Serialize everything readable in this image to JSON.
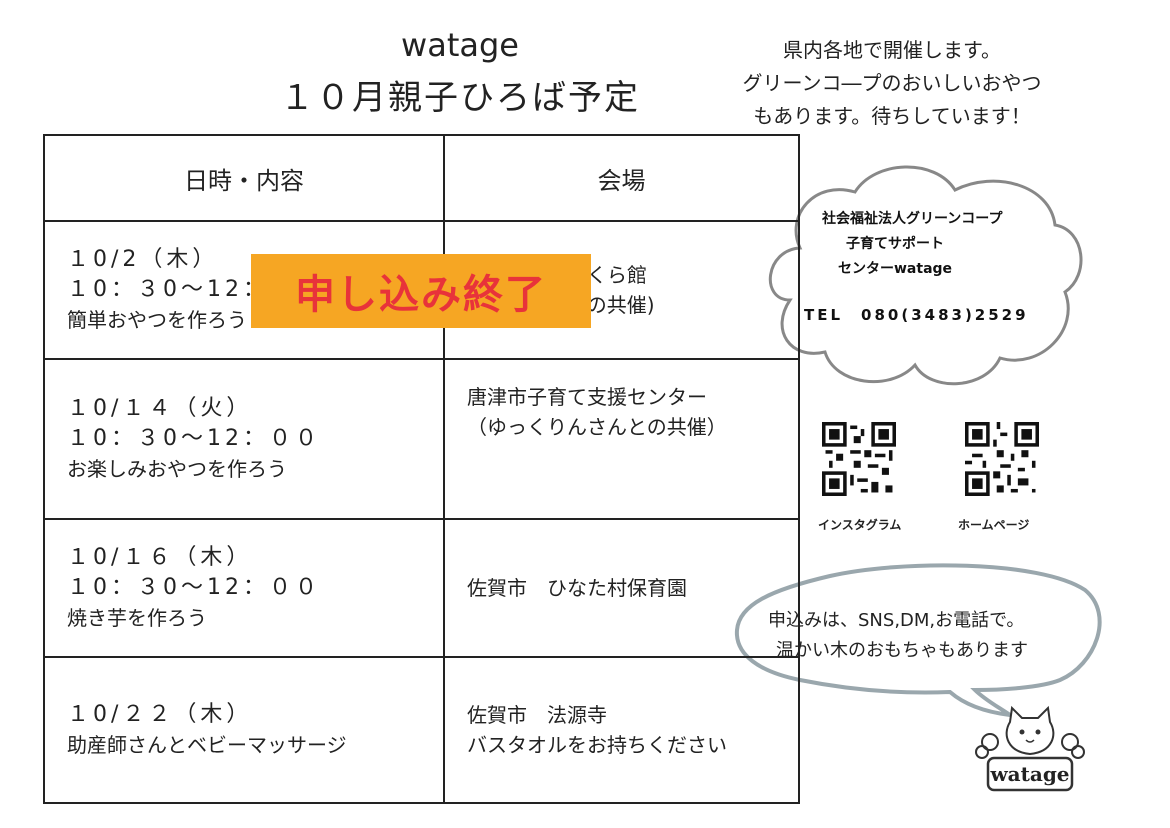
{
  "header": {
    "title_line1": "watage",
    "title_line2": "１０月親子ひろば予定"
  },
  "intro": {
    "line1": "県内各地で開催します。",
    "line2": "グリーンコ―プのおいしいおやつ",
    "line3": "もあります。待ちしています！"
  },
  "table": {
    "headers": [
      "日時・内容",
      "会場"
    ],
    "rows": [
      {
        "date": "１0/2（木）",
        "time": "１0：３0～12：00",
        "content": "簡単おやつを作ろう",
        "venue_line1": "さくら館",
        "venue_line2": "との共催)"
      },
      {
        "date": "１0/１４（火）",
        "time": "１0：３0～12：００",
        "content": "お楽しみおやつを作ろう",
        "venue_line1": "唐津市子育て支援センター",
        "venue_line2": "（ゆっくりんさんとの共催）"
      },
      {
        "date": "１0/１６（木）",
        "time": "１0：３0～12：００",
        "content": "焼き芋を作ろう",
        "venue_line1": "佐賀市　ひなた村保育園",
        "venue_line2": ""
      },
      {
        "date": "１0/２２（木）",
        "time": "",
        "content": "助産師さんとベビーマッサージ",
        "venue_line1": "佐賀市　法源寺",
        "venue_line2": "バスタオルをお持ちください"
      }
    ]
  },
  "stamp": {
    "label": "申し込み終了",
    "bg": "#f6a623",
    "color": "#e8333a"
  },
  "organization": {
    "line1": "社会福祉法人グリーンコープ",
    "line2": "子育てサポート",
    "line3": "センターwatage",
    "tel": "TEL　080(3483)2529"
  },
  "qr_codes": [
    {
      "label": "インスタグラム",
      "icon": "qr-code-icon"
    },
    {
      "label": "ホームページ",
      "icon": "qr-code-icon"
    }
  ],
  "bubble": {
    "line1": "申込みは、SNS,DM,お電話で。",
    "line2": "温かい木のおもちゃもあります"
  },
  "logo": {
    "text": "watage",
    "icon": "cat-mascot-icon"
  }
}
